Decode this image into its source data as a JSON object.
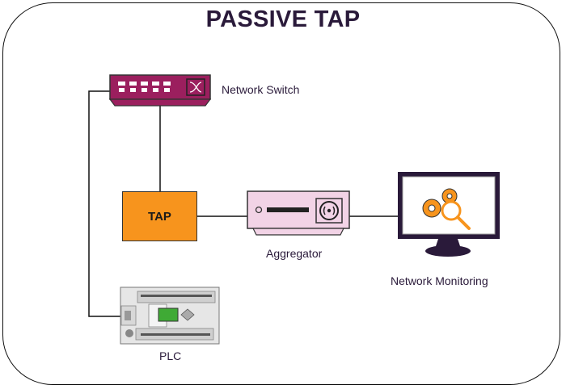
{
  "title": "PASSIVE TAP",
  "nodes": {
    "switch": {
      "label": "Network Switch",
      "icon": "network-switch-icon",
      "color": "#9b1f5e"
    },
    "tap": {
      "label": "TAP",
      "icon": "tap-box",
      "color": "#f7941d"
    },
    "aggregator": {
      "label": "Aggregator",
      "icon": "aggregator-icon",
      "color": "#f2d3e6"
    },
    "monitoring": {
      "label": "Network Monitoring",
      "icon": "monitor-gears-icon",
      "color": "#f7941d"
    },
    "plc": {
      "label": "PLC",
      "icon": "plc-icon",
      "color": "#d8d8d8"
    }
  },
  "connections": [
    {
      "from": "switch",
      "to": "tap"
    },
    {
      "from": "switch",
      "to": "plc"
    },
    {
      "from": "tap",
      "to": "aggregator"
    },
    {
      "from": "aggregator",
      "to": "monitoring"
    }
  ]
}
